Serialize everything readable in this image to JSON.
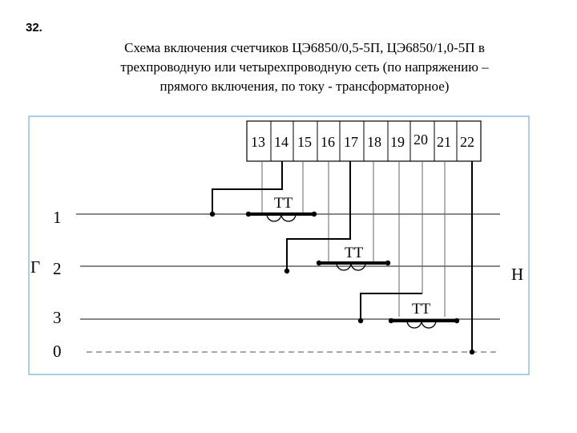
{
  "slide_number": "32.",
  "title": {
    "line1": "Схема включения счетчиков ЦЭ6850/0,5-5П, ЦЭ6850/1,0-5П в",
    "line2": "трехпроводную или четырехпроводную сеть (по напряжению –",
    "line3": "прямого включения, по току - трансформаторное)"
  },
  "diagram": {
    "terminals": [
      "13",
      "14",
      "15",
      "16",
      "17",
      "18",
      "19",
      "20",
      "21",
      "22"
    ],
    "lines": [
      {
        "id": "1",
        "label": "1"
      },
      {
        "id": "2",
        "label": "2"
      },
      {
        "id": "3",
        "label": "3"
      },
      {
        "id": "0",
        "label": "0"
      }
    ],
    "transformers": [
      {
        "label": "ТТ"
      },
      {
        "label": "ТТ"
      },
      {
        "label": "ТТ"
      }
    ],
    "side_left": "Г",
    "side_right": "Н",
    "colors": {
      "frame": "#5b9bd5",
      "wire": "#000000",
      "line": "#888888"
    }
  }
}
